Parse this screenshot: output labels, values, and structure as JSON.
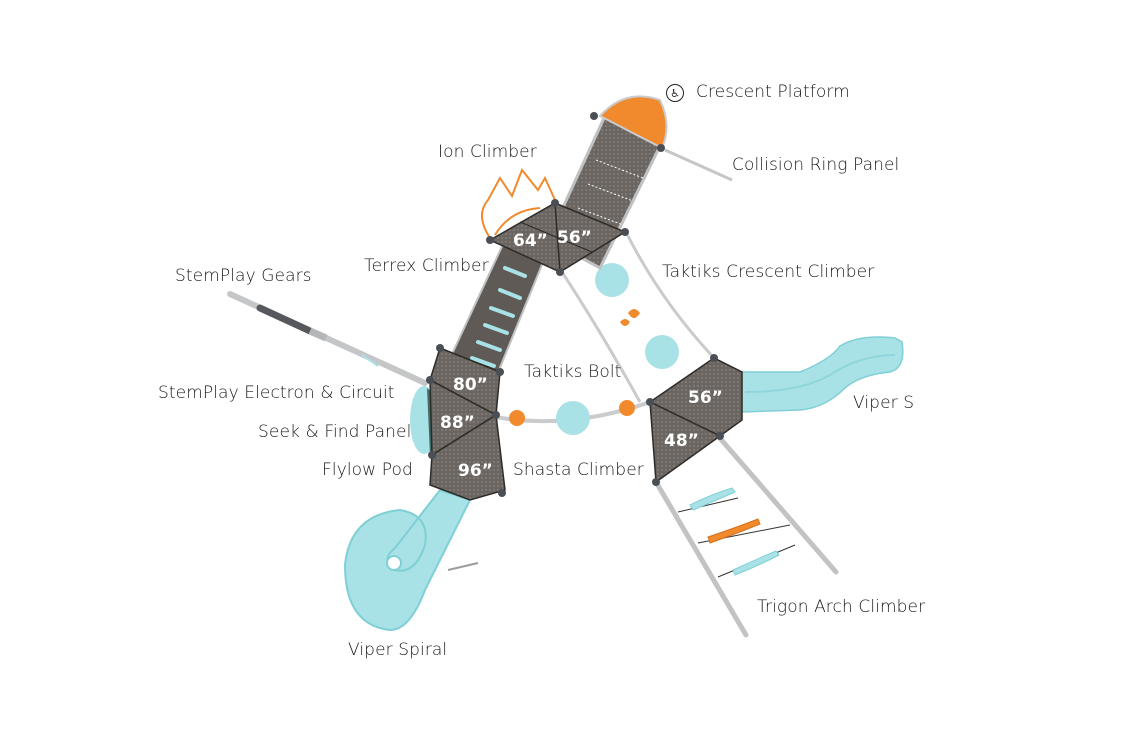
{
  "diagram": {
    "title": "Playground structure plan view",
    "colors": {
      "deck": "#5f5a55",
      "deck_line": "#2e2a27",
      "post": "#4a4f55",
      "rail": "#c9cbcd",
      "slide": "#a9e2e6",
      "slide_edge": "#7fcfd6",
      "accent_orange": "#f08a2c",
      "label_text": "#1a1a1a"
    },
    "components": [
      {
        "id": "crescent-platform",
        "label": "Crescent Platform",
        "accessible": true,
        "icon": "wheelchair-accessible-icon"
      },
      {
        "id": "collision-ring-panel",
        "label": "Collision Ring Panel"
      },
      {
        "id": "ion-climber",
        "label": "Ion Climber"
      },
      {
        "id": "terrex-climber",
        "label": "Terrex Climber"
      },
      {
        "id": "taktiks-crescent-climber",
        "label": "Taktiks Crescent Climber"
      },
      {
        "id": "stemplay-gears",
        "label": "StemPlay Gears"
      },
      {
        "id": "stemplay-electron-circuit",
        "label": "StemPlay Electron & Circuit"
      },
      {
        "id": "taktiks-bolt",
        "label": "Taktiks Bolt"
      },
      {
        "id": "seek-find-panel",
        "label": "Seek & Find Panel"
      },
      {
        "id": "flylow-pod",
        "label": "Flylow Pod"
      },
      {
        "id": "shasta-climber",
        "label": "Shasta Climber"
      },
      {
        "id": "viper-s",
        "label": "Viper S"
      },
      {
        "id": "trigon-arch-climber",
        "label": "Trigon Arch Climber"
      },
      {
        "id": "viper-spiral",
        "label": "Viper Spiral"
      }
    ],
    "deck_heights": {
      "top_left": "64”",
      "top_right": "56”",
      "left_upper": "80”",
      "left_middle": "88”",
      "left_lower": "96”",
      "right_upper": "56”",
      "right_lower": "48”"
    },
    "accessibility_icon_glyph": "♿"
  }
}
